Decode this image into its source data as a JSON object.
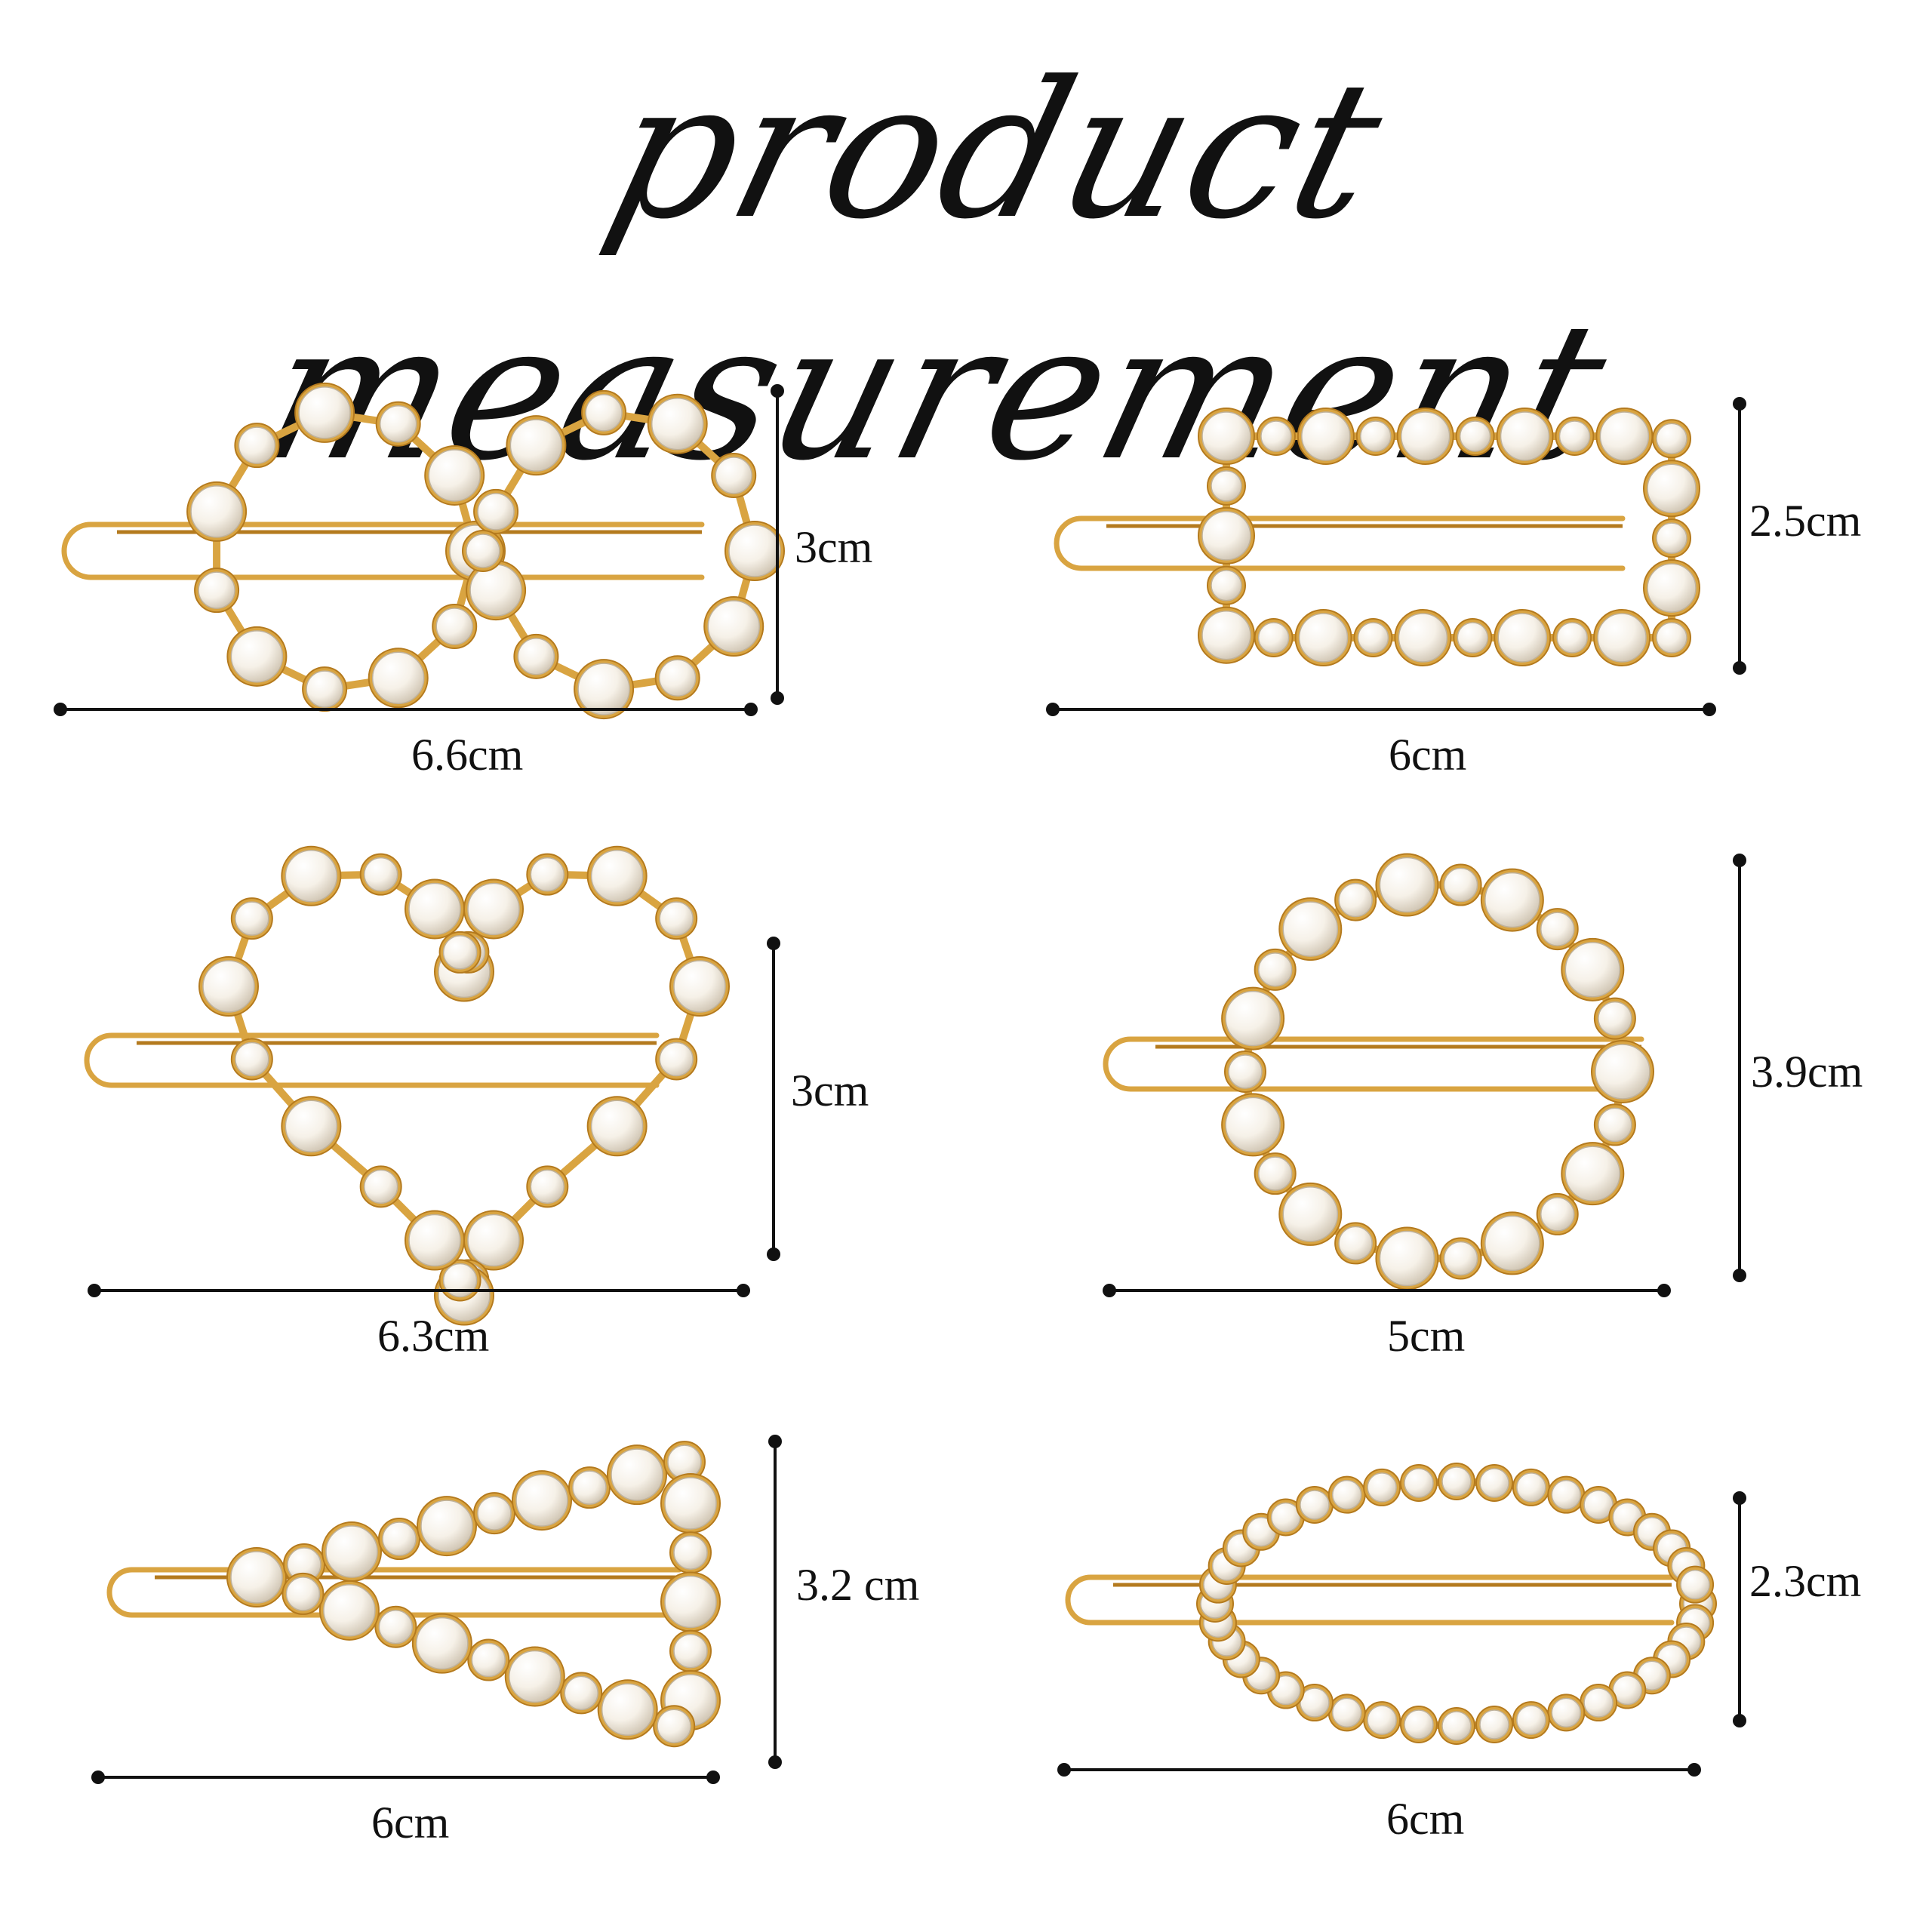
{
  "title": "product measurement",
  "products": [
    {
      "shape": "bow",
      "width": "6.6cm",
      "height": "3cm"
    },
    {
      "shape": "rectangle",
      "width": "6cm",
      "height": "2.5cm"
    },
    {
      "shape": "heart",
      "width": "6.3cm",
      "height": "3cm"
    },
    {
      "shape": "circle",
      "width": "5cm",
      "height": "3.9cm"
    },
    {
      "shape": "triangle",
      "width": "6cm",
      "height": "3.2 cm"
    },
    {
      "shape": "oval",
      "width": "6cm",
      "height": "2.3cm"
    }
  ],
  "colors": {
    "gold": "#d9a441",
    "gold_dark": "#b47a1e",
    "pearl": "#f6f1e8",
    "line": "#111111"
  }
}
